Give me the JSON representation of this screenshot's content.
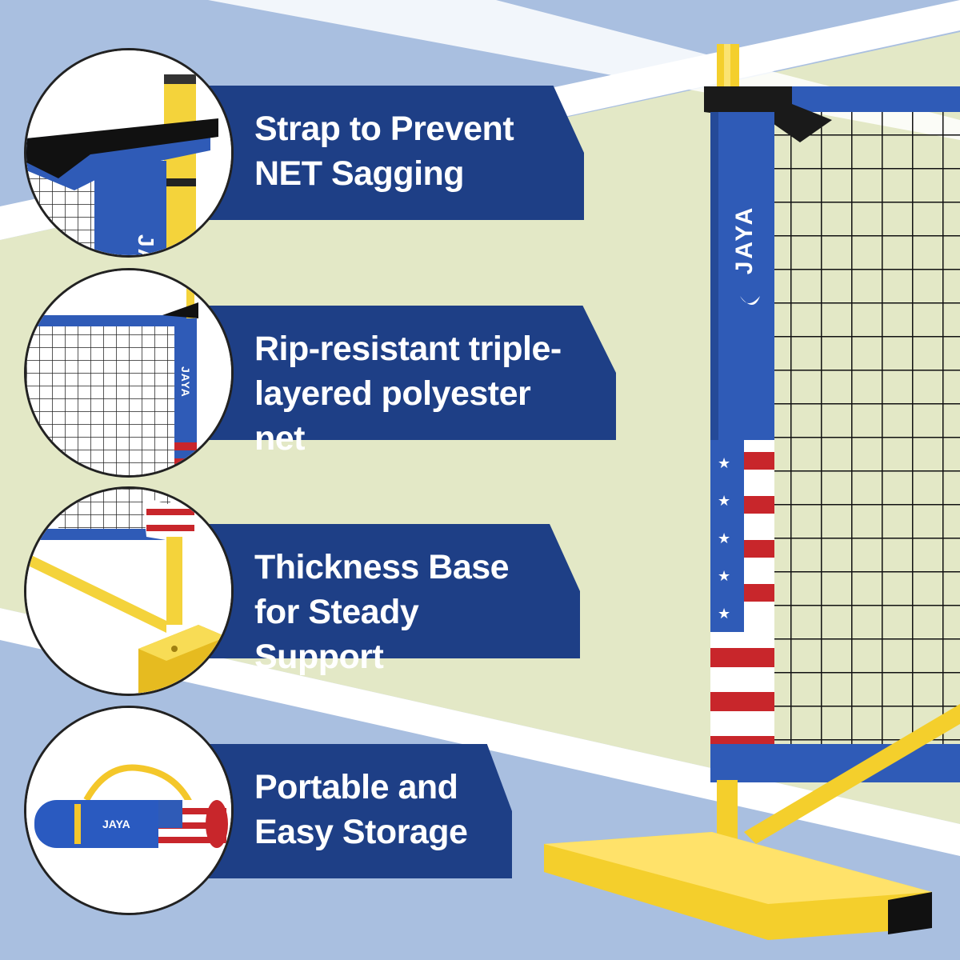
{
  "colors": {
    "court_blue": "#a9bfe0",
    "court_green": "#e3e8c6",
    "banner_navy": "#1e3f86",
    "pole_blue": "#2f5bb7",
    "frame_yellow": "#f4cf2c",
    "flag_red": "#c8262b"
  },
  "brand": "JAYA",
  "features": [
    {
      "line1": "Strap to Prevent",
      "line2": "NET Sagging",
      "icon": "strap-closeup"
    },
    {
      "line1": "Rip-resistant triple-",
      "line2": "layered polyester net",
      "icon": "net-closeup"
    },
    {
      "line1": "Thickness Base",
      "line2": "for Steady Support",
      "icon": "base-closeup"
    },
    {
      "line1": "Portable and",
      "line2": "Easy Storage",
      "icon": "carry-bag"
    }
  ]
}
